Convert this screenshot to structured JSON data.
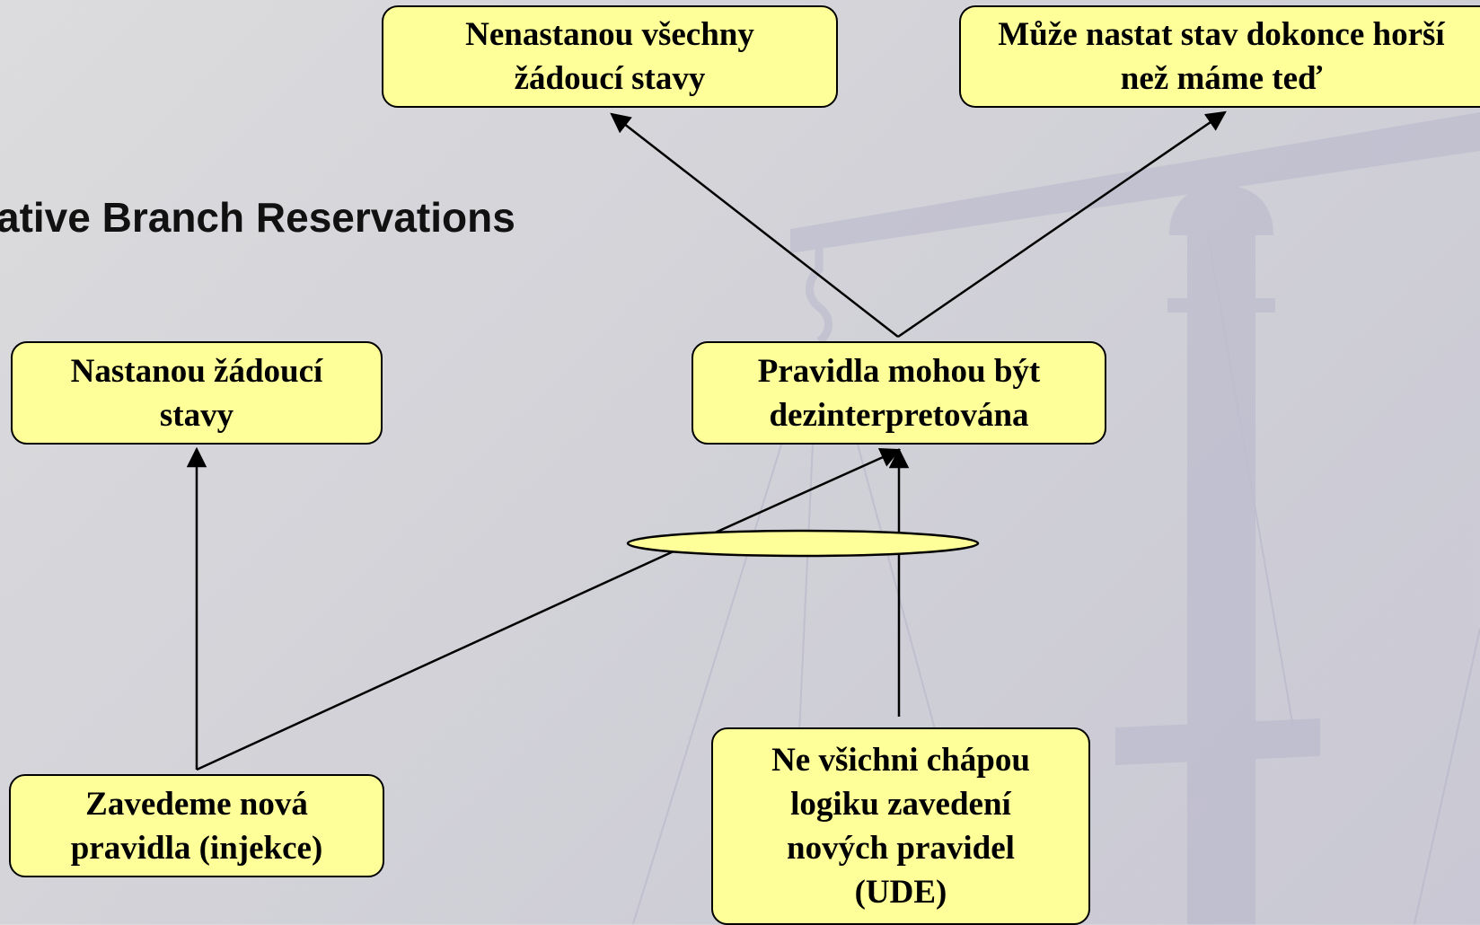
{
  "heading": "ative Branch Reservations",
  "colors": {
    "box_fill": "#ffff99",
    "ellipse_fill": "#ffff99",
    "stroke": "#000000",
    "scale_fill": "#b8b7cc"
  },
  "boxes": {
    "top_left": "Nenastanou všechny\nžádoucí stavy",
    "top_right": "Může nastat stav dokonce horší\nnež máme teď",
    "mid_left": "Nastanou žádoucí\nstavy",
    "mid_right": "Pravidla mohou být\ndezinterpretována",
    "bottom_left": "Zavedeme nová\npravidla (injekce)",
    "bottom_right": "Ne všichni chápou\nlogiku zavedení\nnových pravidel\n(UDE)"
  },
  "background_icon": "scale-of-justice"
}
